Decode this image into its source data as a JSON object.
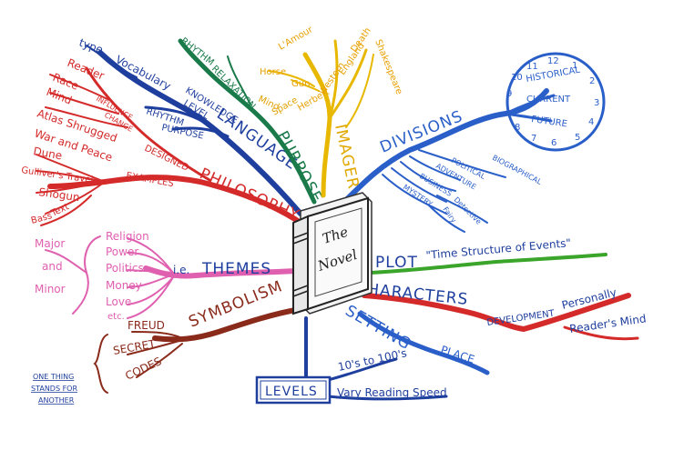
{
  "center": {
    "title_line1": "The",
    "title_line2": "Novel"
  },
  "branches": {
    "language": {
      "label": "LANGUAGE",
      "color": "#1f3f9e",
      "items": [
        "Vocabulary",
        "type",
        "KNOWLEDGE",
        "LEVEL",
        "RHYTHM",
        "PURPOSE"
      ]
    },
    "purpose": {
      "label": "PURPOSE",
      "color": "#1a7a4a",
      "items": [
        "RHYTHM",
        "RELAXATION",
        "Mind",
        "Space"
      ]
    },
    "imagery": {
      "label": "IMAGERY",
      "color": "#e0b000",
      "items": [
        "Horse",
        "Gun",
        "L'Amour",
        "Herbert",
        "Western",
        "England",
        "Death",
        "Shakespeare"
      ]
    },
    "divisions": {
      "label": "DIVISIONS",
      "color": "#2a5fc9",
      "items": [
        "BIOGRAPHICAL",
        "POLITICAL",
        "ADVENTURE",
        "BUSINESS",
        "MYSTERY",
        "Detective",
        "Fairy"
      ],
      "clock": {
        "labels": [
          "HISTORICAL",
          "CURRENT",
          "FUTURE"
        ],
        "numbers": [
          "12",
          "1",
          "2",
          "3",
          "4",
          "5",
          "6",
          "7",
          "8",
          "9",
          "10",
          "11"
        ]
      }
    },
    "philosophy": {
      "label": "PHILOSOPHY",
      "color": "#d42a2a",
      "items": [
        "INFLUENCE",
        "CHANGE",
        "DESIGNED",
        "EXAMPLES",
        "Reader",
        "Race",
        "Mind",
        "Atlas Shrugged",
        "War and Peace",
        "Dune",
        "Gulliver's Travels",
        "Shogun",
        "Bass",
        "Text"
      ]
    },
    "themes": {
      "label": "THEMES",
      "prefix": "i.e.",
      "color": "#e060b0",
      "items": [
        "Religion",
        "Power",
        "Politics",
        "Money",
        "Love",
        "etc.",
        "Major",
        "and",
        "Minor"
      ]
    },
    "symbolism": {
      "label": "SYMBOLISM",
      "color": "#8a2a1a",
      "items": [
        "FREUD",
        "SECRET",
        "CODES",
        "ONE THING",
        "STANDS FOR",
        "ANOTHER"
      ]
    },
    "plot": {
      "label": "PLOT",
      "color": "#3aa52a",
      "items": [
        "\"Time Structure of Events\""
      ]
    },
    "characters": {
      "label": "CHARACTERS",
      "color": "#d42a2a",
      "items": [
        "DEVELOPMENT",
        "Personally",
        "Reader's Mind"
      ]
    },
    "setting": {
      "label": "SETTING",
      "color": "#2a5fc9",
      "items": [
        "PLACE"
      ]
    },
    "levels": {
      "label": "LEVELS",
      "color": "#1f3f9e",
      "items": [
        "10's to 100's",
        "Vary Reading Speed"
      ]
    }
  }
}
